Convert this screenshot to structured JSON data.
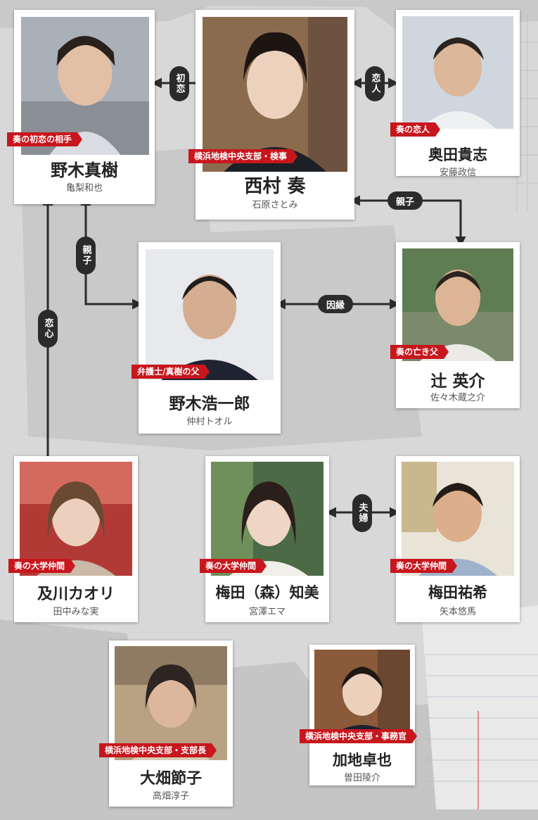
{
  "colors": {
    "tag_red": "#c8161d",
    "line": "#2b2b2b",
    "paper": "#c9c9c9",
    "card": "#ffffff"
  },
  "characters": [
    {
      "id": "noki-maki",
      "role": "奏の初恋の相手",
      "name": "野木真樹",
      "actor": "亀梨和也"
    },
    {
      "id": "nishimura-kanade",
      "role": "横浜地検中央支部・検事",
      "name": "西村 奏",
      "actor": "石原さとみ"
    },
    {
      "id": "okuda-takashi",
      "role": "奏の恋人",
      "name": "奥田貴志",
      "actor": "安藤政信"
    },
    {
      "id": "noki-kouichirou",
      "role": "弁護士/真樹の父",
      "name": "野木浩一郎",
      "actor": "仲村トオル"
    },
    {
      "id": "tsuji-eisuke",
      "role": "奏の亡き父",
      "name": "辻 英介",
      "actor": "佐々木蔵之介"
    },
    {
      "id": "oikawa-kaori",
      "role": "奏の大学仲間",
      "name": "及川カオリ",
      "actor": "田中みな実"
    },
    {
      "id": "umeda-tomomi",
      "role": "奏の大学仲間",
      "name": "梅田（森）知美",
      "actor": "宮澤エマ"
    },
    {
      "id": "umeda-yuki",
      "role": "奏の大学仲間",
      "name": "梅田祐希",
      "actor": "矢本悠馬"
    },
    {
      "id": "oohata-setsuko",
      "role": "横浜地検中央支部・支部長",
      "name": "大畑節子",
      "actor": "高畑淳子"
    },
    {
      "id": "kaji-takuya",
      "role": "横浜地検中央支部・事務官",
      "name": "加地卓也",
      "actor": "曽田陵介"
    }
  ],
  "relations": {
    "first_love": "初恋",
    "lovers": "恋人",
    "parent_child_noki": "親子",
    "parent_child_kanade": "親子",
    "fate": "因縁",
    "affection": "恋心",
    "married": "夫婦"
  }
}
